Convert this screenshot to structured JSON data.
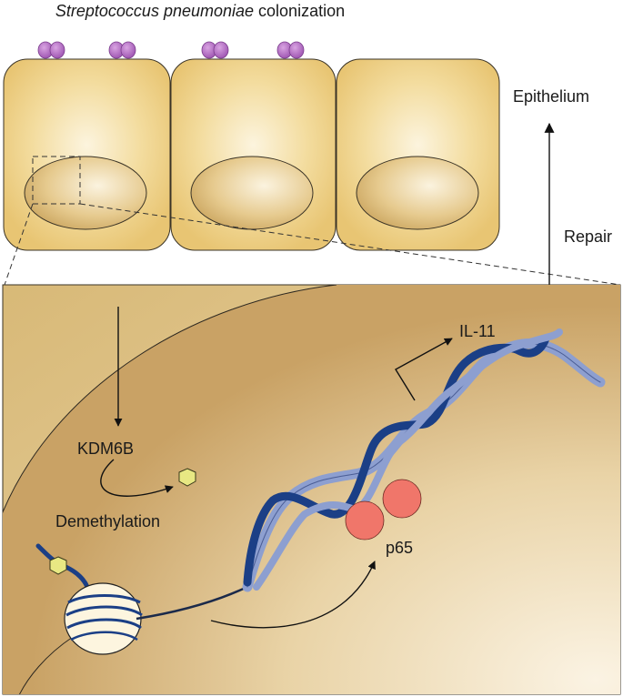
{
  "title": {
    "italic": "Streptococcus pneumoniae",
    "rest": " colonization"
  },
  "labels": {
    "epithelium": "Epithelium",
    "repair": "Repair",
    "il11": "IL-11",
    "kdm6b": "KDM6B",
    "demethylation": "Demethylation",
    "p65": "p65"
  },
  "colors": {
    "cell_fill": "#ecca7a",
    "cell_center": "#fbf1d8",
    "nucleus_dark": "#c9a35c",
    "zoom_bg": "#dcbf82",
    "dna_dark": "#1b3f86",
    "dna_light": "#8d9fd0",
    "p65": "#f0766a",
    "bacteria": "#b56ec5",
    "methyl": "#e4e47a"
  }
}
